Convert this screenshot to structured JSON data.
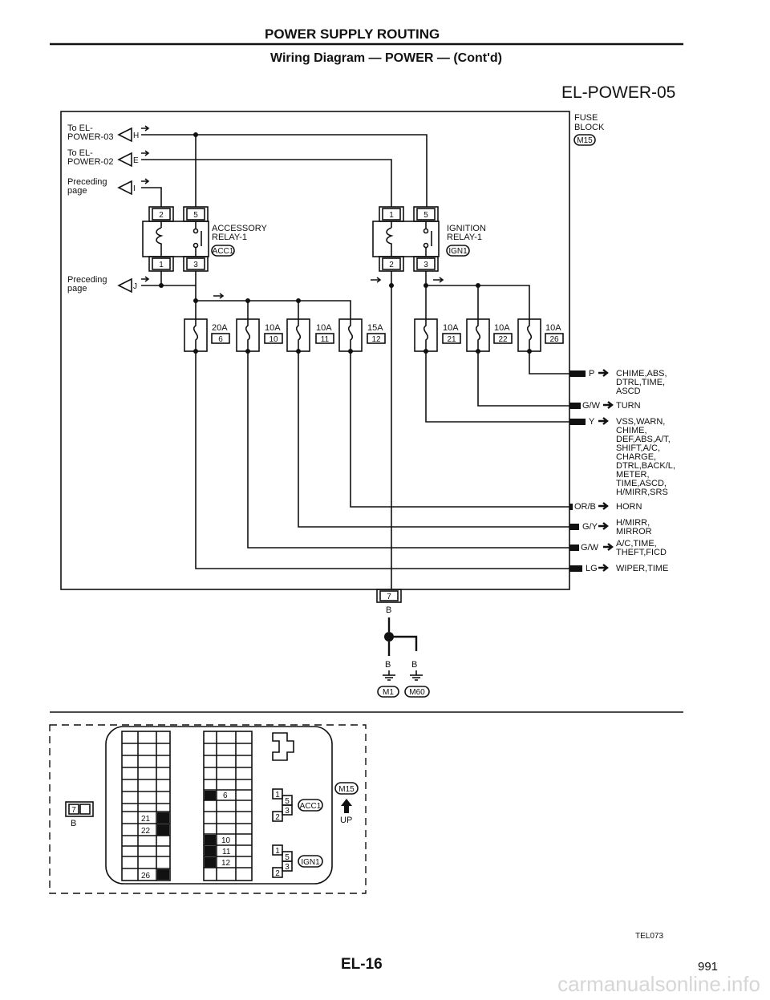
{
  "header": {
    "title": "POWER SUPPLY ROUTING",
    "subtitle": "Wiring Diagram — POWER — (Cont'd)",
    "diagram_id": "EL-POWER-05"
  },
  "fuse_block": {
    "line1": "FUSE",
    "line2": "BLOCK",
    "connector": "M15"
  },
  "inputs": [
    {
      "line1": "To EL-",
      "line2": "POWER-03",
      "letter": "H"
    },
    {
      "line1": "To EL-",
      "line2": "POWER-02",
      "letter": "E"
    },
    {
      "line1": "Preceding",
      "line2": "page",
      "letter": "I"
    },
    {
      "line1": "Preceding",
      "line2": "page",
      "letter": "J"
    }
  ],
  "relays": [
    {
      "line1": "ACCESSORY",
      "line2": "RELAY-1",
      "connector": "ACC1",
      "pins": [
        "2",
        "5",
        "1",
        "3"
      ]
    },
    {
      "line1": "IGNITION",
      "line2": "RELAY-1",
      "connector": "IGN1",
      "pins": [
        "1",
        "5",
        "2",
        "3"
      ]
    }
  ],
  "fuses": [
    {
      "rating": "20A",
      "number": "6"
    },
    {
      "rating": "10A",
      "number": "10"
    },
    {
      "rating": "10A",
      "number": "11"
    },
    {
      "rating": "15A",
      "number": "12"
    },
    {
      "rating": "10A",
      "number": "21"
    },
    {
      "rating": "10A",
      "number": "22"
    },
    {
      "rating": "10A",
      "number": "26"
    }
  ],
  "outputs": [
    {
      "color": "P",
      "lines": [
        "CHIME,ABS,",
        "DTRL,TIME,",
        "ASCD"
      ]
    },
    {
      "color": "G/W",
      "lines": [
        "TURN"
      ]
    },
    {
      "color": "Y",
      "lines": [
        "VSS,WARN,",
        "CHIME,",
        "DEF,ABS,A/T,",
        "SHIFT,A/C,",
        "CHARGE,",
        "DTRL,BACK/L,",
        "METER,",
        "TIME,ASCD,",
        "H/MIRR,SRS"
      ]
    },
    {
      "color": "OR/B",
      "lines": [
        "HORN"
      ]
    },
    {
      "color": "G/Y",
      "lines": [
        "H/MIRR,",
        "MIRROR"
      ]
    },
    {
      "color": "G/W",
      "lines": [
        "A/C,TIME,",
        "THEFT,FICD"
      ]
    },
    {
      "color": "LG",
      "lines": [
        "WIPER,TIME"
      ]
    }
  ],
  "ground": {
    "pin": "7",
    "wire_color": "B",
    "branch_colors": [
      "B",
      "B"
    ],
    "connectors": [
      "M1",
      "M60"
    ]
  },
  "connector_view": {
    "left_pin": "7",
    "left_color": "B",
    "cavities_a": [
      "21",
      "22",
      "26"
    ],
    "cavities_b": [
      "6",
      "10",
      "11",
      "12"
    ],
    "relay_pins_acc": [
      "1",
      "5",
      "2",
      "3"
    ],
    "relay_pins_ign": [
      "1",
      "5",
      "2",
      "3"
    ],
    "relay_connectors": [
      "ACC1",
      "IGN1"
    ],
    "block_connector": "M15",
    "up_label": "UP"
  },
  "footer": {
    "figure_code": "TEL073",
    "page_label": "EL-16",
    "page_number": "991"
  },
  "watermark": "carmanualsonline.info"
}
